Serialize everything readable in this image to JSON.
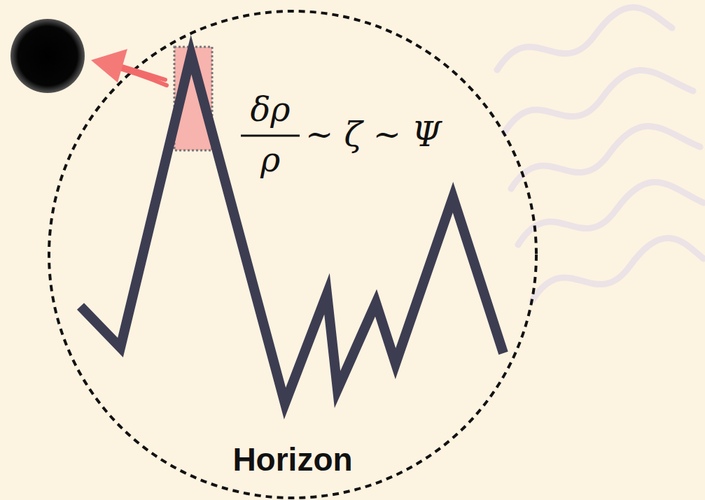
{
  "diagram": {
    "labels": [
      "δρ",
      "ρ",
      "~ ζ ~ Ψ",
      "Horizon"
    ]
  }
}
